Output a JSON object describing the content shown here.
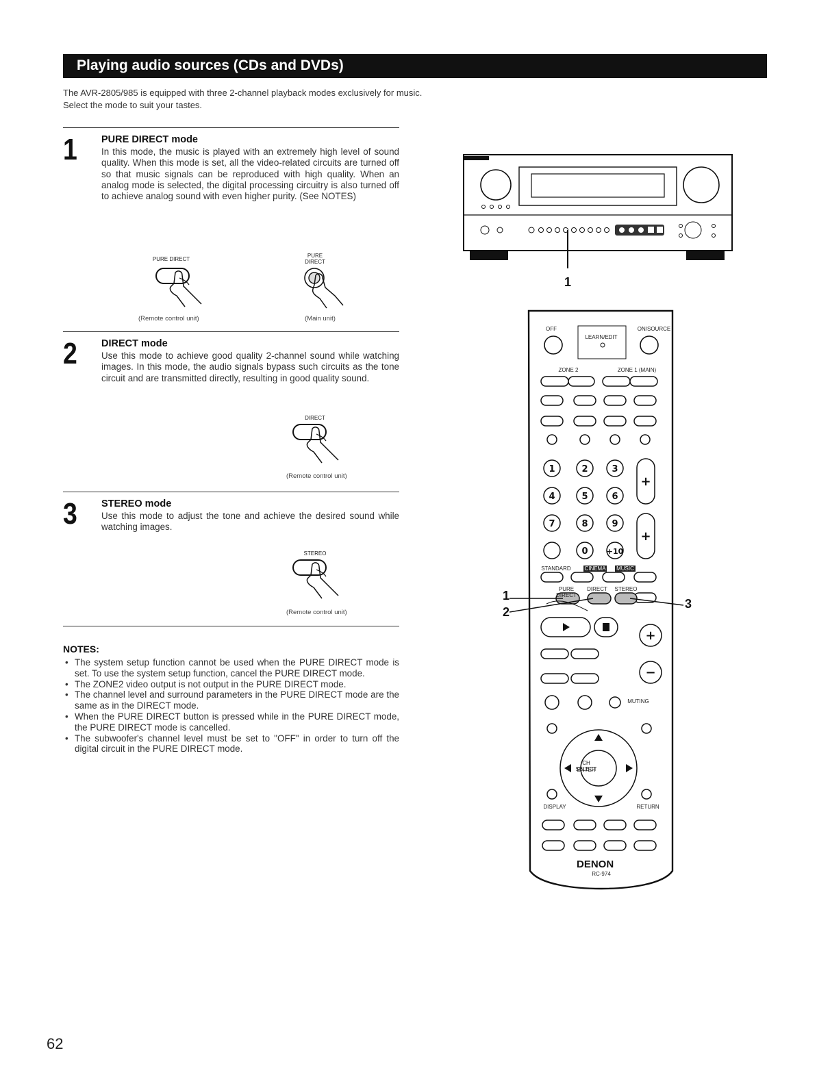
{
  "section_title": "Playing audio sources (CDs and DVDs)",
  "intro": {
    "line1": "The AVR-2805/985 is equipped with three 2-channel playback modes exclusively for music.",
    "line2": "Select the mode to suit your tastes."
  },
  "steps": [
    {
      "number": "1",
      "heading": "PURE DIRECT mode",
      "body": "In this mode, the music is played with an extremely high level of sound quality. When this mode is set, all the video-related circuits are turned off so that music signals can be reproduced with high quality. When an analog mode is selected, the digital processing circuitry is also turned off to achieve analog sound with even higher purity. (See NOTES)",
      "label_remote": "PURE DIRECT",
      "label_main_1": "PURE",
      "label_main_2": "DIRECT",
      "caption_remote": "(Remote control unit)",
      "caption_main": "(Main unit)"
    },
    {
      "number": "2",
      "heading": "DIRECT mode",
      "body": "Use this mode to achieve good quality 2-channel sound while watching images. In this mode, the audio signals bypass such circuits as the tone circuit and are transmitted directly, resulting in good quality sound.",
      "label": "DIRECT",
      "caption": "(Remote control unit)"
    },
    {
      "number": "3",
      "heading": "STEREO mode",
      "body": "Use this mode to adjust the tone and achieve the desired sound while watching images.",
      "label": "STEREO",
      "caption": "(Remote control unit)"
    }
  ],
  "notes": {
    "heading": "NOTES:",
    "items": [
      "The system setup function cannot be used when the PURE DIRECT mode is set. To use the system setup function, cancel the PURE DIRECT mode.",
      "The ZONE2 video output is not output in the PURE DIRECT mode.",
      "The channel level and surround parameters in the PURE DIRECT mode are the same as in the DIRECT mode.",
      "When the PURE DIRECT button is pressed while in the PURE DIRECT mode, the PURE DIRECT mode is cancelled.",
      "The subwoofer's channel level must be set to \"OFF\" in order to turn off the digital circuit in the PURE DIRECT mode."
    ]
  },
  "illustration": {
    "callout_receiver": "1",
    "callout_remote_1": "1",
    "callout_remote_2": "2",
    "callout_remote_3": "3",
    "remote_brand": "DENON",
    "remote_model": "RC-974",
    "remote_labels": {
      "off": "OFF",
      "on_source": "ON/SOURCE",
      "learn": "LEARN/EDIT",
      "zone2": "ZONE 2",
      "zone1": "ZONE 1 (MAIN)",
      "std": "STANDARD",
      "cinema": "CINEMA",
      "music": "MUSIC",
      "pure_direct": "PURE DIRECT",
      "direct": "DIRECT",
      "stereo": "STEREO",
      "muting": "MUTING",
      "return": "RETURN",
      "display": "DISPLAY",
      "ch_select": "CH SELECT",
      "enter": "ENTER"
    }
  },
  "page_number": "62"
}
